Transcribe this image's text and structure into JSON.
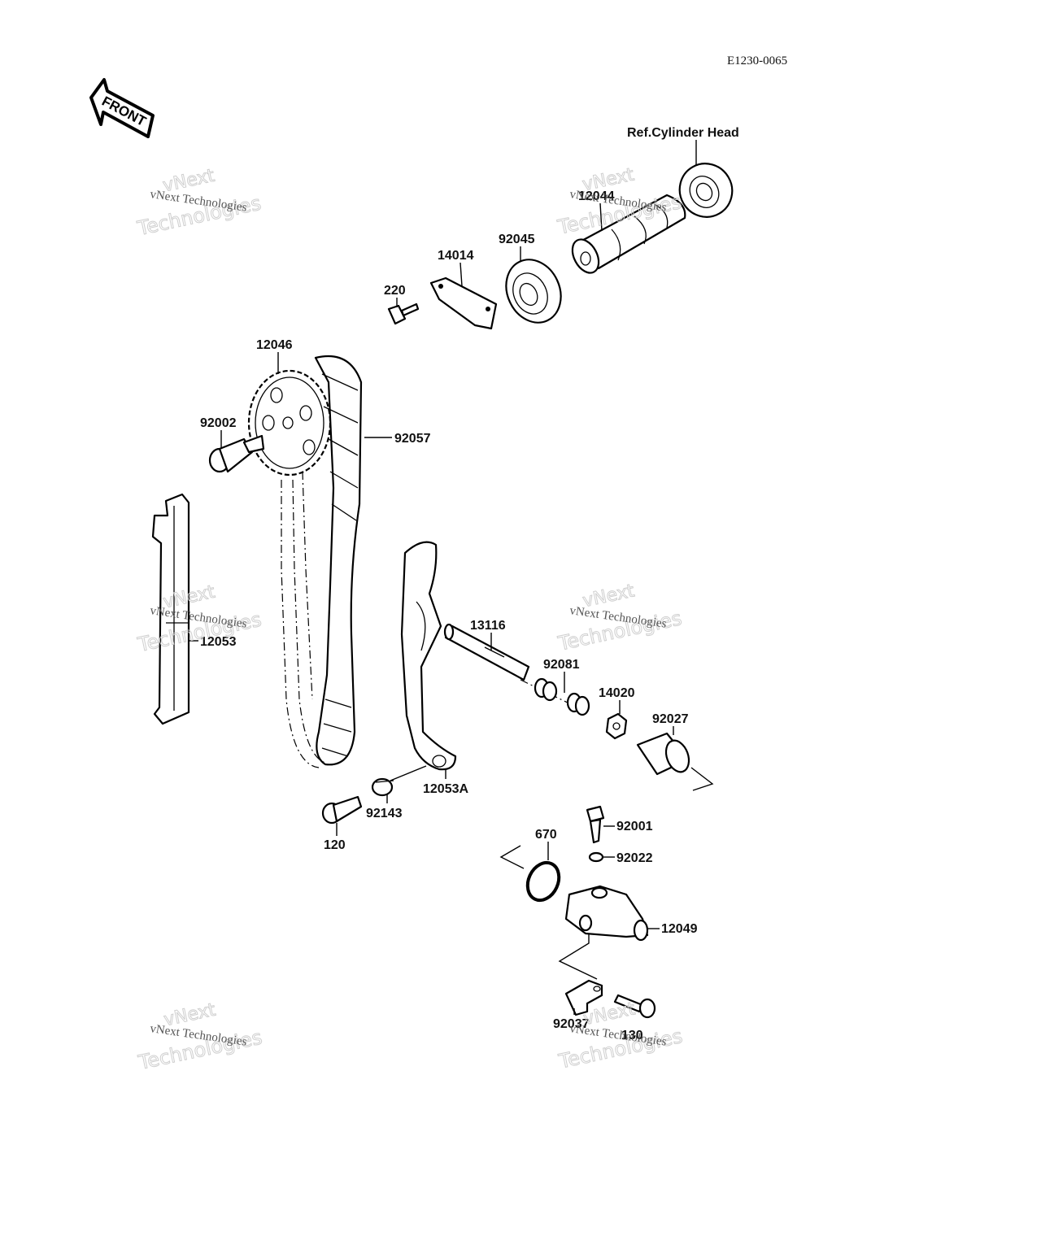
{
  "diagram_code": "E1230-0065",
  "front_label": "FRONT",
  "ref_label": "Ref.Cylinder Head",
  "parts": {
    "p12044": "12044",
    "p14014": "14014",
    "p92045": "92045",
    "p220": "220",
    "p12046": "12046",
    "p92002": "92002",
    "p92057": "92057",
    "p12053": "12053",
    "p13116": "13116",
    "p92081": "92081",
    "p14020": "14020",
    "p92027": "92027",
    "p12053A": "12053A",
    "p92143": "92143",
    "p120": "120",
    "p670": "670",
    "p92001": "92001",
    "p92022": "92022",
    "p12049": "12049",
    "p92037": "92037",
    "p130": "130"
  },
  "watermark": {
    "line1": "vNext",
    "line2": "Technologies",
    "line3": "vNext Technologies"
  }
}
